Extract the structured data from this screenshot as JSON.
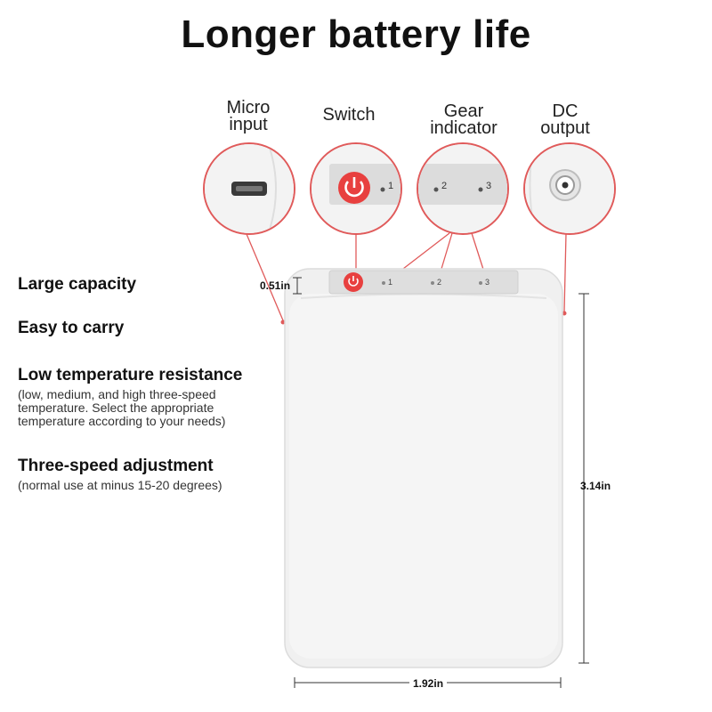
{
  "title": "Longer battery life",
  "callouts": {
    "micro_input": "Micro\ninput",
    "switch": "Switch",
    "gear_indicator": "Gear\nindicator",
    "dc_output": "DC\noutput"
  },
  "features": [
    {
      "title": "Large capacity",
      "desc": ""
    },
    {
      "title": "Easy to carry",
      "desc": ""
    },
    {
      "title": "Low temperature resistance",
      "desc": "(low, medium, and high three-speed\ntemperature. Select the appropriate\ntemperature according to your needs)"
    },
    {
      "title": "Three-speed adjustment",
      "desc": "(normal use at minus 15-20 degrees)"
    }
  ],
  "dimensions": {
    "thickness": "0.51in",
    "height": "3.14in",
    "width": "1.92in"
  },
  "indicators": {
    "one": "1",
    "two": "2",
    "three": "3"
  },
  "colors": {
    "accent_red": "#e8403f",
    "callout_ring": "#e05a5a",
    "device_body": "#f0f0f0"
  },
  "icons": [
    "power-icon",
    "usb-port-icon",
    "dc-jack-icon"
  ]
}
